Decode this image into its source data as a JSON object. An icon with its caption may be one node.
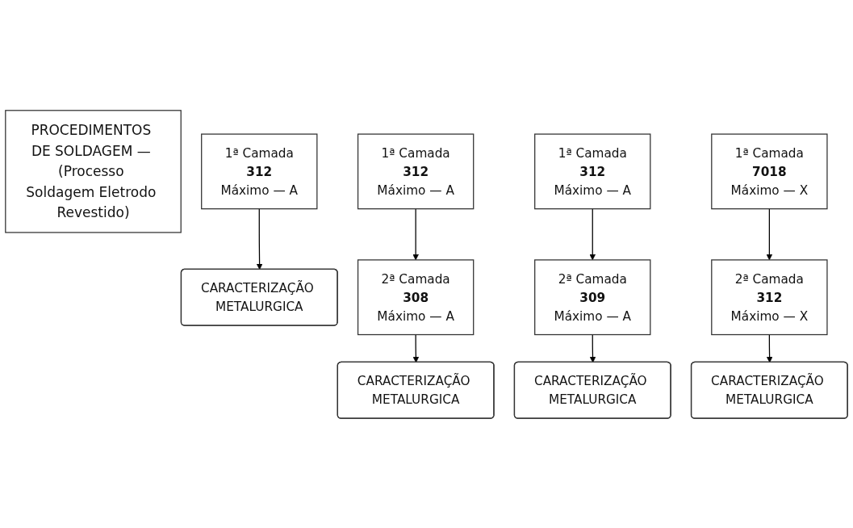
{
  "diagram": {
    "nodes": [
      {
        "text": [
          "PROCEDIMENTOS DE SOLDAGEM — (Processo Soldagem Eletrodo Revestido)"
        ]
      },
      {
        "text": [
          "1ª Camada",
          "312",
          "Máximo — A"
        ]
      },
      {
        "text": [
          "CARACTERIZAÇÃO METALURGICA"
        ]
      },
      {
        "text": [
          "1ª Camada",
          "312",
          "Máximo — A"
        ]
      },
      {
        "text": [
          "2ª Camada",
          "308",
          "Máximo — A"
        ]
      },
      {
        "text": [
          "CARACTERIZAÇÃO METALURGICA"
        ]
      },
      {
        "text": [
          "1ª Camada",
          "312",
          "Máximo — A"
        ]
      },
      {
        "text": [
          "2ª Camada",
          "309",
          "Máximo — A"
        ]
      },
      {
        "text": [
          "CARACTERIZAÇÃO METALURGICA"
        ]
      },
      {
        "text": [
          "1ª Camada",
          "7018",
          "Máximo — X"
        ]
      },
      {
        "text": [
          "2ª Camada",
          "312",
          "Máximo — X"
        ]
      },
      {
        "text": [
          "CARACTERIZAÇÃO METALURGICA"
        ]
      }
    ],
    "edges": [
      {
        "from": 1,
        "to": 2,
        "arrow": "to"
      },
      {
        "from": 3,
        "to": 4,
        "arrow": "to"
      },
      {
        "from": 4,
        "to": 5,
        "arrow": "to"
      },
      {
        "from": 6,
        "to": 7,
        "arrow": "to"
      },
      {
        "from": 7,
        "to": 8,
        "arrow": "to"
      },
      {
        "from": 9,
        "to": 10,
        "arrow": "to"
      },
      {
        "from": 10,
        "to": 11,
        "arrow": "to"
      }
    ]
  }
}
